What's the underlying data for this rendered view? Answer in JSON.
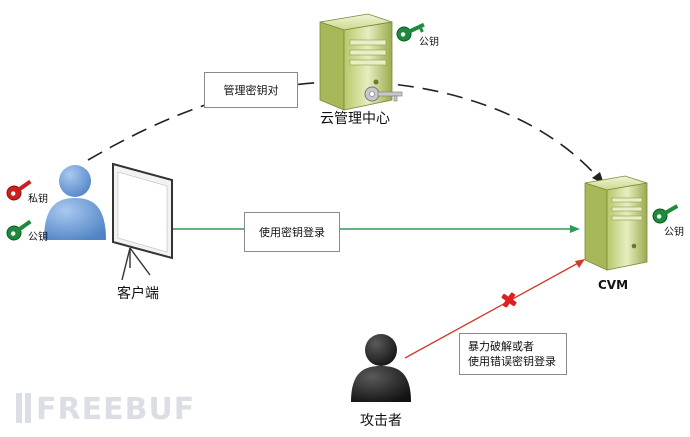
{
  "cloud_center": {
    "label": "云管理中心",
    "key_label": "公钥"
  },
  "client": {
    "label": "客户端",
    "private_key_label": "私钥",
    "public_key_label": "公钥"
  },
  "cvm": {
    "label": "CVM",
    "key_label": "公钥"
  },
  "attacker": {
    "label": "攻击者"
  },
  "edges": {
    "manage_keypair": "管理密钥对",
    "login_with_key": "使用密钥登录",
    "attack_line1": "暴力破解或者",
    "attack_line2": "使用错误密钥登录"
  },
  "watermark": "FREEBUF",
  "colors": {
    "green_line": "#2e9a5a",
    "red_line": "#d23a2a",
    "key_green": "#1e8a3e",
    "key_red": "#cc2020",
    "person_blue": "#5b8fd0",
    "attacker_black": "#1a1a1a"
  }
}
